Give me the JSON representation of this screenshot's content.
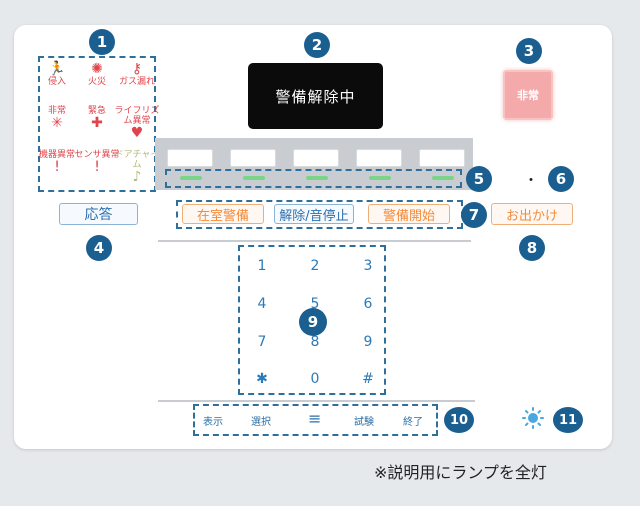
{
  "status_lamps": [
    {
      "label": "侵入",
      "icon": "runner-icon"
    },
    {
      "label": "火災",
      "icon": "fire-icon"
    },
    {
      "label": "ガス漏れ",
      "icon": "gas-key-icon"
    },
    {
      "label": "非常",
      "icon": "alert-figure-icon"
    },
    {
      "label": "緊急",
      "icon": "medical-cross-icon"
    },
    {
      "label": "ライフリズム異常",
      "icon": "heart-icon"
    },
    {
      "label": "機器異常",
      "icon": "exclamation-icon"
    },
    {
      "label": "センサ異常",
      "icon": "exclamation-icon"
    },
    {
      "label": "ドアチャイム",
      "icon": "music-note-icon"
    }
  ],
  "display_text": "警備解除中",
  "emergency_label": "非常",
  "respond_label": "応答",
  "mode_buttons": [
    "在室警備",
    "解除/音停止",
    "警備開始"
  ],
  "out_button_label": "お出かけ",
  "dot_label": "・",
  "keypad": [
    "1",
    "2",
    "3",
    "4",
    "5",
    "6",
    "7",
    "8",
    "9",
    "✱",
    "0",
    "#"
  ],
  "function_keys": [
    "表示",
    "選択",
    "≡",
    "試験",
    "終了"
  ],
  "callouts": [
    "1",
    "2",
    "3",
    "4",
    "5",
    "6",
    "7",
    "8",
    "9",
    "10",
    "11"
  ],
  "footnote": "※説明用にランプを全灯",
  "colors": {
    "callout": "#1b5f91",
    "lamp_red": "#e0444d",
    "accent_orange": "#f28b3c",
    "accent_blue": "#2c6fae",
    "zone_lamp": "#7cd489"
  }
}
